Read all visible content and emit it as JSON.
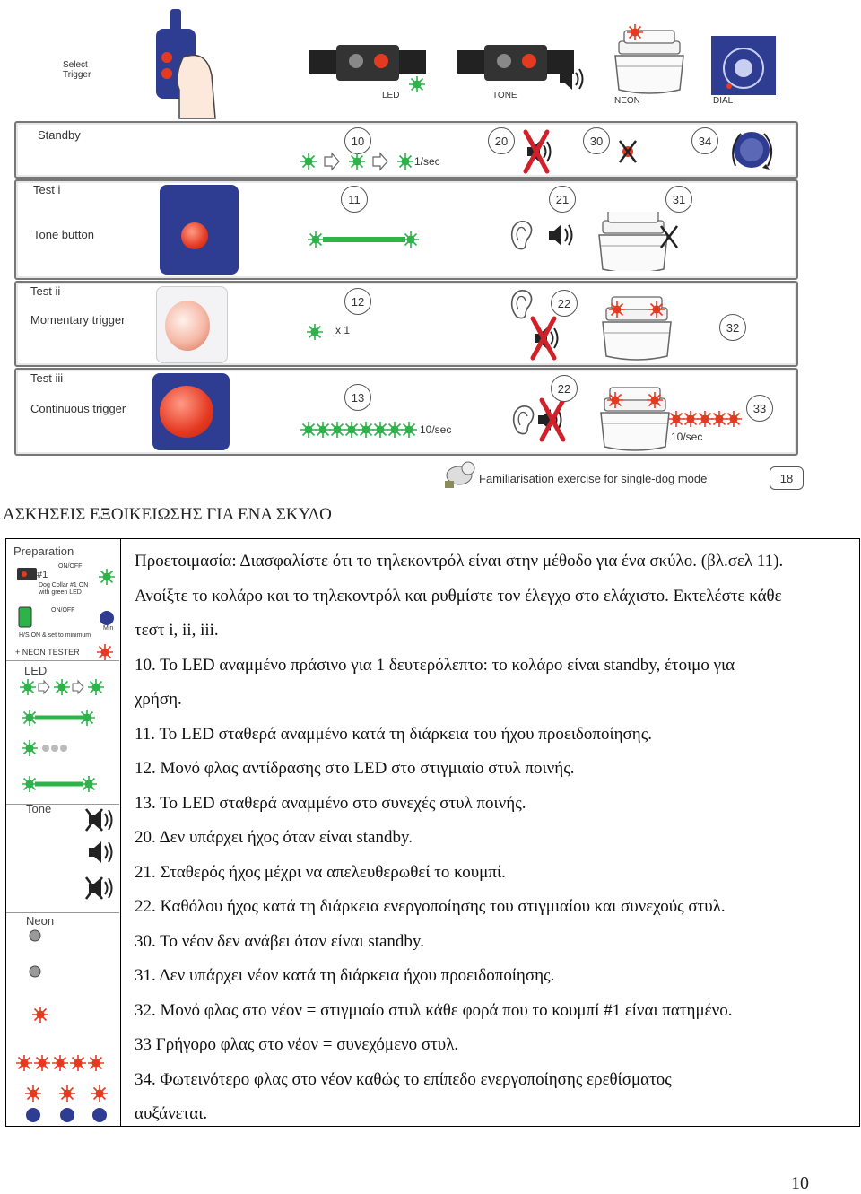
{
  "top_strip": {
    "select_trigger": "Select\nTrigger",
    "led_label": "LED",
    "tone_label": "TONE",
    "neon_label": "NEON",
    "dial_label": "DIAL"
  },
  "rows": [
    {
      "label_1": "Standby",
      "label_2": "",
      "numbers": [
        "10",
        "20",
        "30",
        "34"
      ],
      "rate": "1/sec"
    },
    {
      "label_1": "Test i",
      "label_2": "Tone button",
      "numbers": [
        "11",
        "21",
        "31"
      ],
      "rate": ""
    },
    {
      "label_1": "Test ii",
      "label_2": "Momentary trigger",
      "numbers": [
        "12",
        "22",
        "32"
      ],
      "rate": "x 1"
    },
    {
      "label_1": "Test iii",
      "label_2": "Continuous trigger",
      "numbers": [
        "13",
        "22",
        "33"
      ],
      "rate": "10/sec",
      "rate_2": "10/sec"
    }
  ],
  "caption": {
    "text": "Familiarisation exercise for single-dog mode",
    "page": "18"
  },
  "heading": "ΑΣΚΗΣΕΙΣ ΕΞΟΙΚΕΙΩΣΗΣ ΓΙΑ ΕΝΑ ΣΚΥΛΟ",
  "left_column": {
    "preparation": "Preparation",
    "onoff_1": "ON/OFF",
    "hash1": "#1",
    "dog_collar": "Dog Collar #1 ON\nwith green LED",
    "onoff_2": "ON/OFF",
    "min": "Min",
    "hs_on": "H/S ON & set to minimum",
    "neon_tester": "+ NEON TESTER",
    "led": "LED",
    "tone": "Tone",
    "neon": "Neon"
  },
  "text_lines": [
    "Προετοιμασία: Διασφαλίστε ότι το τηλεκοντρόλ είναι στην μέθοδο για ένα σκύλο. (βλ.σελ 11).",
    "Ανοίξτε το κολάρο και το τηλεκοντρόλ και ρυθμίστε τον έλεγχο στο ελάχιστο. Εκτελέστε κάθε",
    "τεστ i, ii, iii.",
    "10. Το LED αναμμένο πράσινο για 1 δευτερόλεπτο: το κολάρο είναι standby, έτοιμο για",
    "χρήση.",
    "11. Το LED σταθερά αναμμένο κατά τη διάρκεια του ήχου προειδοποίησης.",
    "12. Μονό φλας αντίδρασης στο LED στο στιγμιαίο στυλ ποινής.",
    "13. Το LED σταθερά αναμμένο στο συνεχές στυλ ποινής.",
    "20. Δεν υπάρχει ήχος όταν είναι standby.",
    "21. Σταθερός ήχος μέχρι να απελευθερωθεί το κουμπί.",
    "22. Καθόλου ήχος κατά τη διάρκεια ενεργοποίησης του στιγμιαίου και συνεχούς στυλ.",
    "30. Το νέον δεν ανάβει όταν είναι standby.",
    "31. Δεν υπάρχει νέον κατά τη διάρκεια ήχου προειδοποίησης.",
    "32. Μονό φλας στο νέον  = στιγμιαίο στυλ κάθε φορά που το κουμπί #1 είναι πατημένο.",
    "33 Γρήγορο φλας στο νέον = συνεχόμενο στυλ.",
    "34. Φωτεινότερο φλας στο νέον καθώς το επίπεδο ενεργοποίησης ερεθίσματος",
    "αυξάνεται."
  ],
  "page_number": "10",
  "colors": {
    "led_green": "#2db34a",
    "red": "#e53a22",
    "remote_blue": "#2e3d92",
    "cross": "#d0202a"
  }
}
